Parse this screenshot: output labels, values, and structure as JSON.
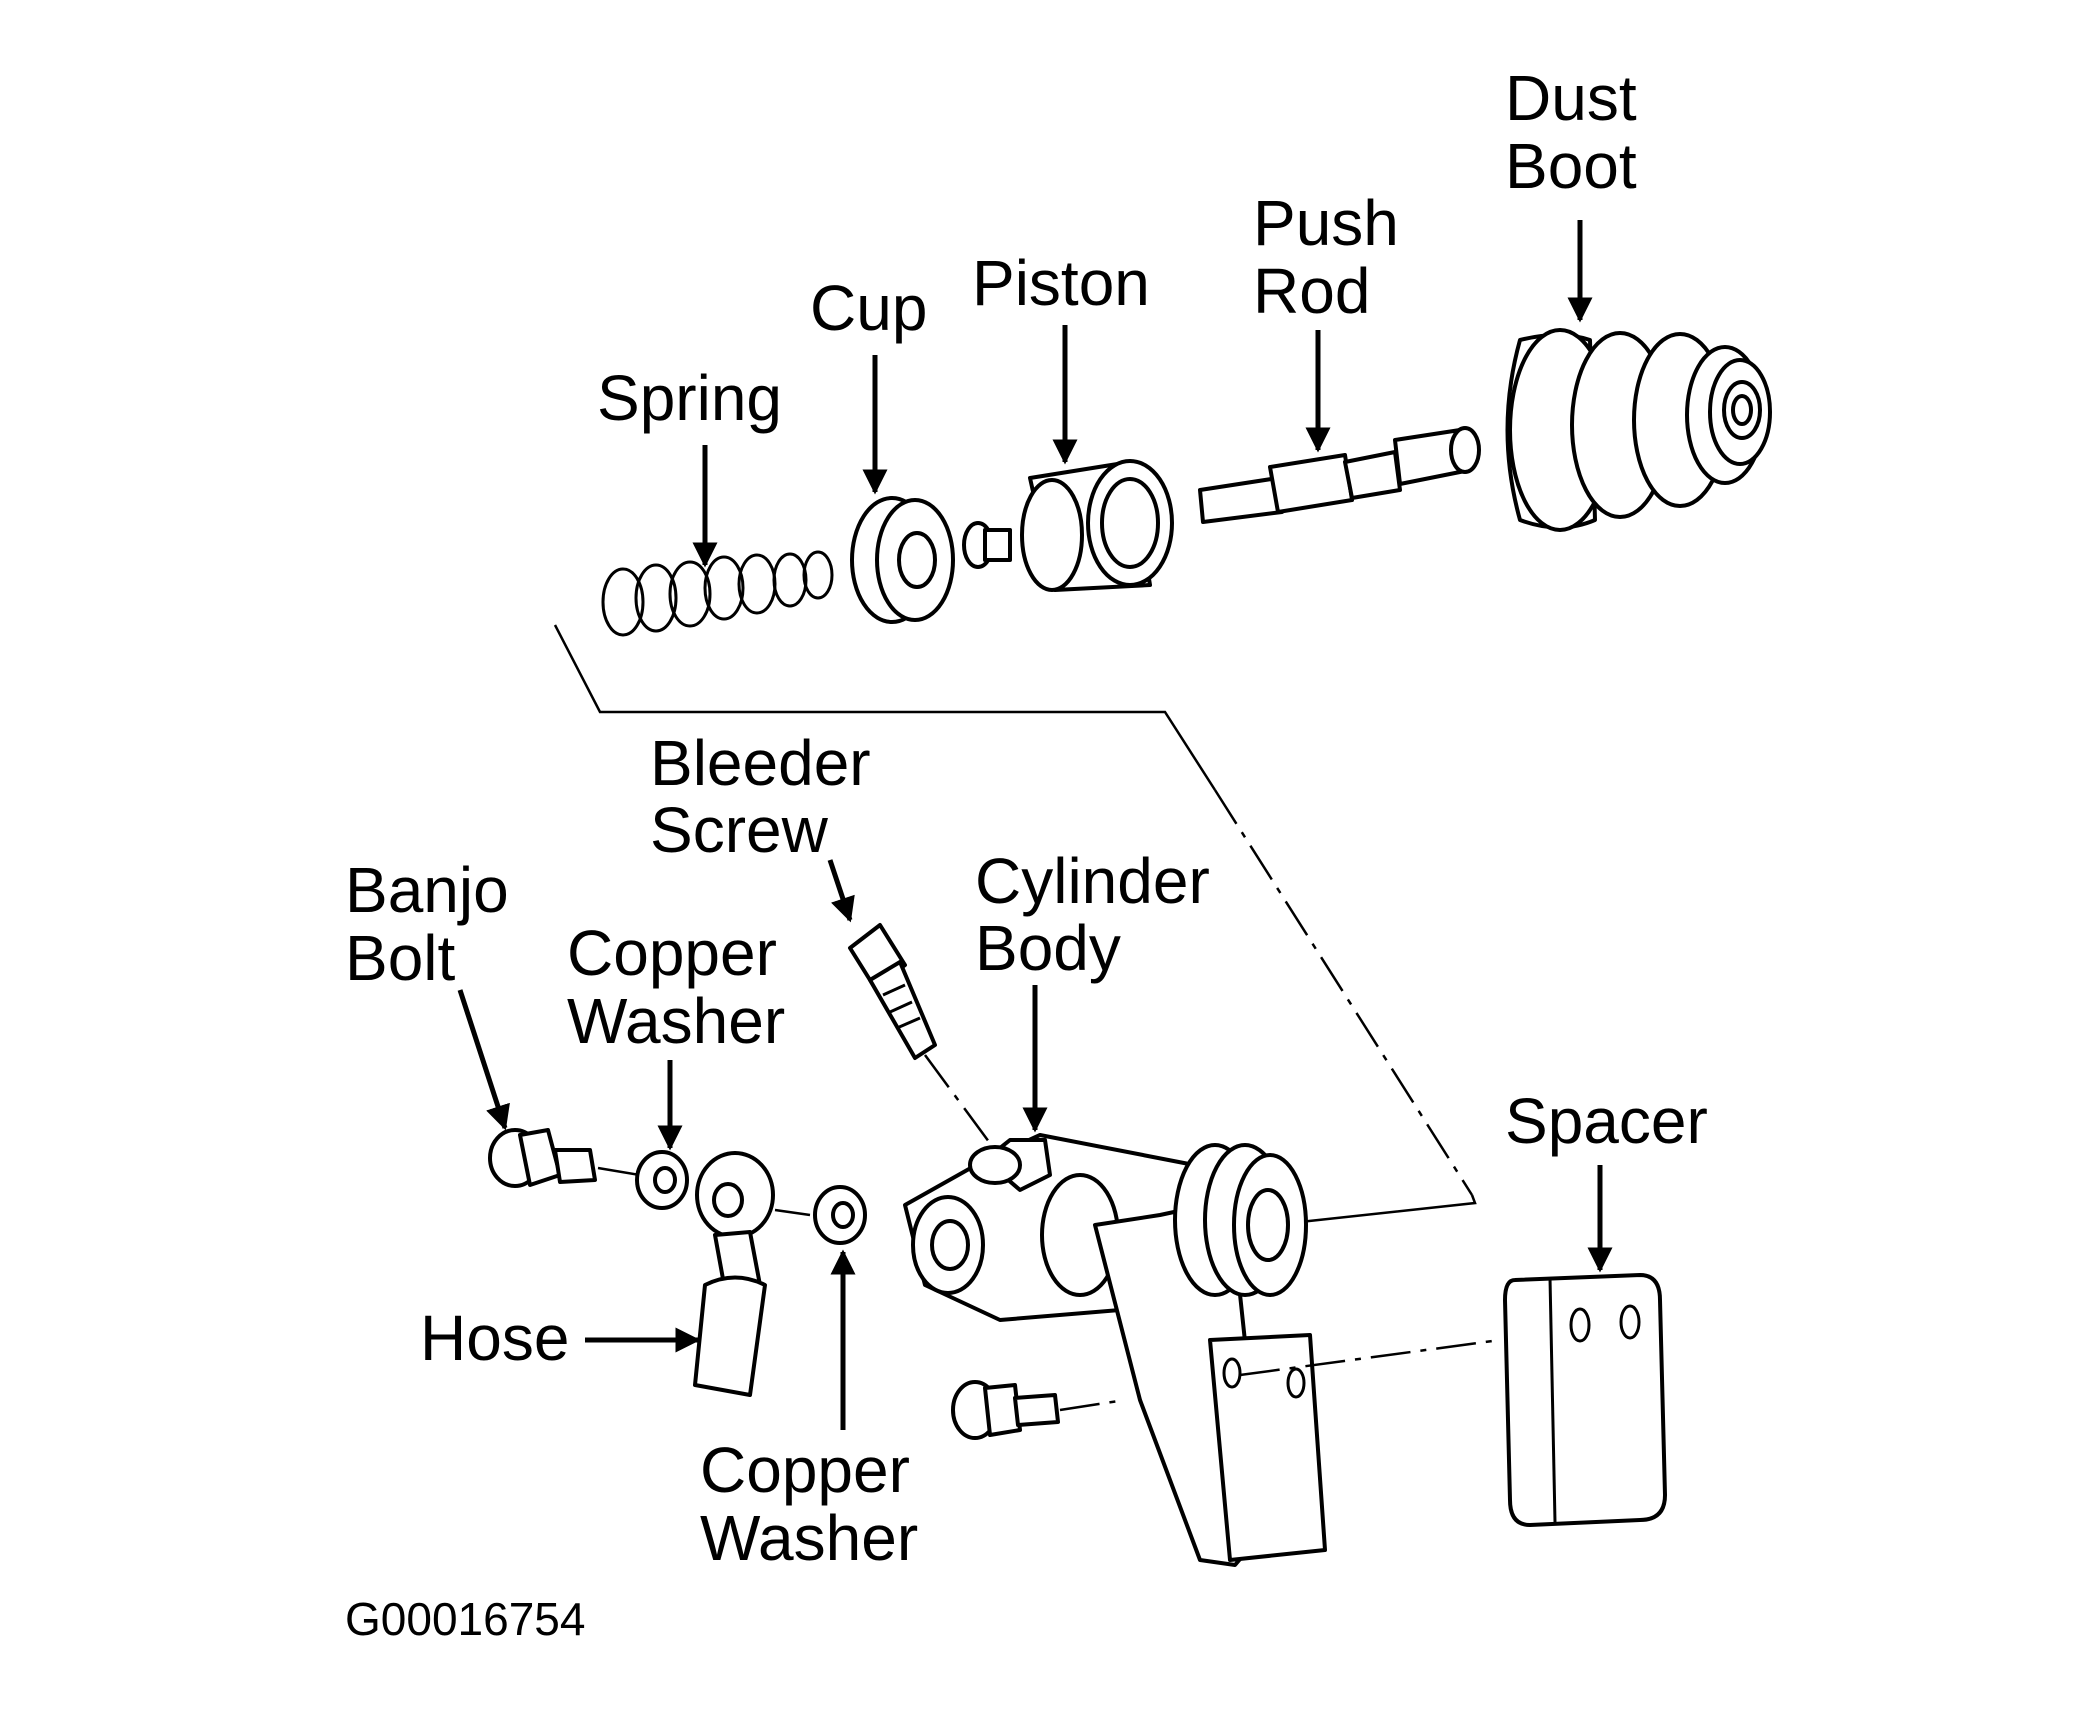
{
  "labels": {
    "dust_boot": [
      "Dust",
      "Boot"
    ],
    "push_rod": [
      "Push",
      "Rod"
    ],
    "piston": [
      "Piston"
    ],
    "cup": [
      "Cup"
    ],
    "spring": [
      "Spring"
    ],
    "bleeder_screw": [
      "Bleeder",
      "Screw"
    ],
    "cylinder_body": [
      "Cylinder",
      "Body"
    ],
    "banjo_bolt": [
      "Banjo",
      "Bolt"
    ],
    "copper_washer_top": [
      "Copper",
      "Washer"
    ],
    "spacer": [
      "Spacer"
    ],
    "hose": [
      "Hose"
    ],
    "copper_washer_bottom": [
      "Copper",
      "Washer"
    ]
  },
  "figure_code": "G00016754"
}
